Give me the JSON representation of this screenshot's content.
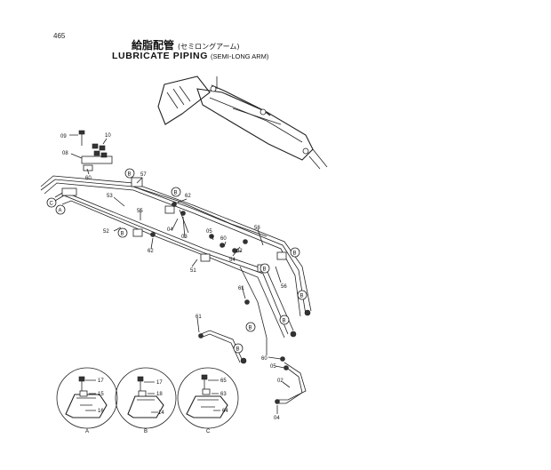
{
  "page_number": "465",
  "title_ja": "給脂配管",
  "title_ja_sub": "(セミロングアーム)",
  "title_en": "LUBRICATE PIPING",
  "title_en_sub": "(SEMI-LONG ARM)",
  "callouts": {
    "A": "A",
    "B": "B",
    "C": "C"
  },
  "part_numbers": {
    "p09": "09",
    "p10": "10",
    "p08": "08",
    "p60": "60",
    "p57": "57",
    "p53": "53",
    "p55": "55",
    "p52": "52",
    "p62a": "62",
    "p03": "03",
    "p04a": "04",
    "p62b": "62",
    "p51": "51",
    "p05a": "05",
    "p60b": "60",
    "p62c": "62",
    "p54": "54",
    "p58": "58",
    "p56": "56",
    "p61a": "61",
    "p61b": "61",
    "p60c": "60",
    "p05b": "05",
    "p02": "02",
    "p04b": "04",
    "a17": "17",
    "a15": "15",
    "a16": "16",
    "b17": "17",
    "b18": "18",
    "b14": "14",
    "c65": "65",
    "c63": "63",
    "c64": "64"
  }
}
